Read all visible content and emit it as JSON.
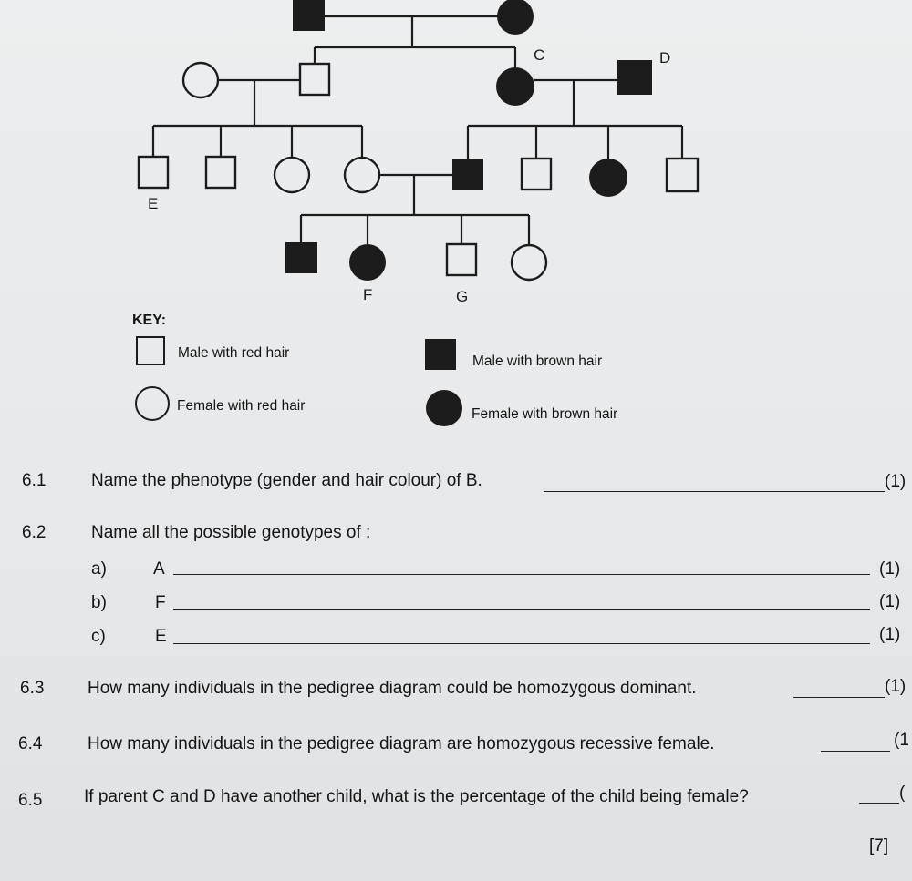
{
  "pedigree": {
    "labels": {
      "C": "C",
      "D": "D",
      "E": "E",
      "F": "F",
      "G": "G"
    }
  },
  "key": {
    "title": "KEY:",
    "male_red": "Male with red hair",
    "male_brown": "Male with brown hair",
    "female_red": "Female with red hair",
    "female_brown": "Female with brown hair"
  },
  "questions": [
    {
      "num": "6.1",
      "text": "Name the phenotype (gender and hair colour) of B.",
      "mark": "(1)"
    },
    {
      "num": "6.2",
      "text": "Name all the possible genotypes of :"
    },
    {
      "num": "6.3",
      "text": "How many individuals in the pedigree diagram could be homozygous dominant.",
      "mark": "(1)"
    },
    {
      "num": "6.4",
      "text": "How many individuals in the pedigree diagram are homozygous recessive female.",
      "mark": "(1"
    },
    {
      "num": "6.5",
      "text": "If parent C and D have another child, what is the percentage of the child being female?",
      "mark": "("
    }
  ],
  "sub_items": [
    {
      "letter": "a)",
      "who": "A",
      "mark": "(1)"
    },
    {
      "letter": "b)",
      "who": "F",
      "mark": "(1)"
    },
    {
      "letter": "c)",
      "who": "E",
      "mark": "(1)"
    }
  ],
  "total": "[7]",
  "colors": {
    "fill": "#1c1c1c",
    "stroke": "#1c1c1c"
  }
}
